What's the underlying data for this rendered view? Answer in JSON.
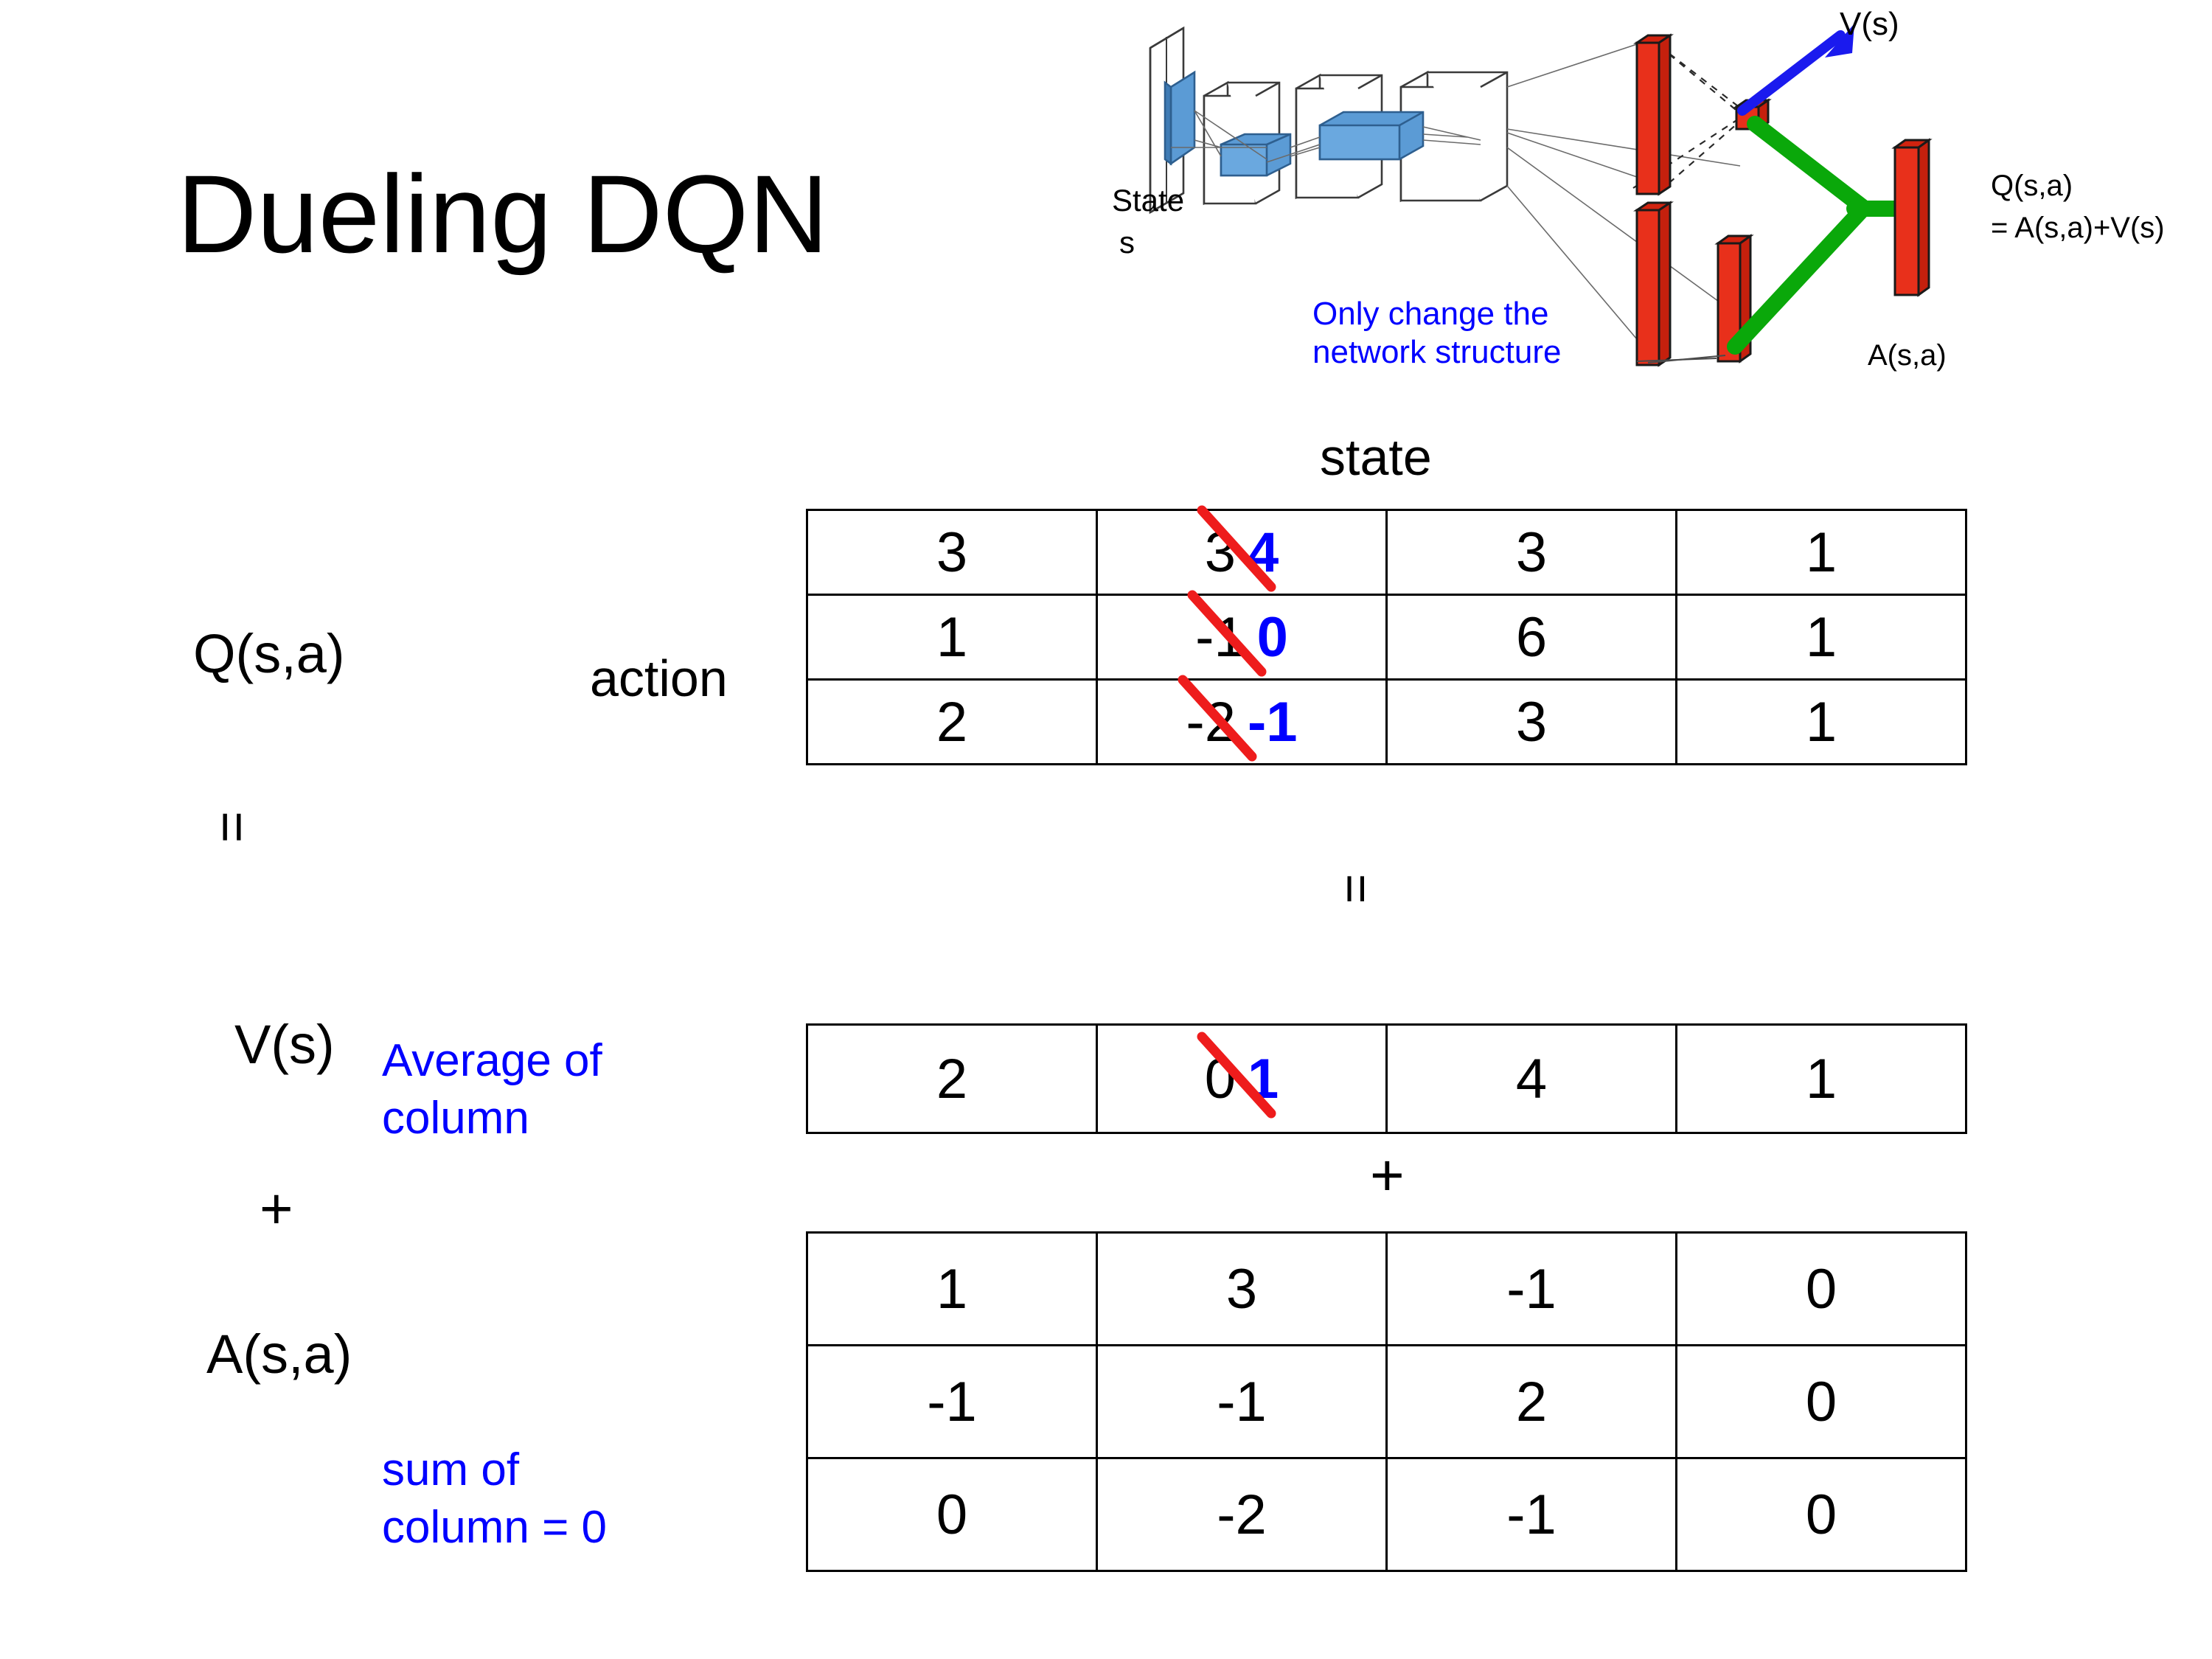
{
  "title": "Dueling DQN",
  "colors": {
    "accent_blue": "#0000ff",
    "strike_red": "#ee1c1c",
    "bar_red": "#e8301b",
    "link_green": "#0aa80a",
    "block_blue": "#5b9bd5"
  },
  "diagram": {
    "state_label": "State",
    "state_sub": "s",
    "v_label": "V(s)",
    "q_label": "Q(s,a)",
    "q_eq_label": "= A(s,a)+V(s)",
    "a_label": "A(s,a)",
    "note": "Only change the\nnetwork structure"
  },
  "labels": {
    "q": "Q(s,a)",
    "v": "V(s)",
    "a": "A(s,a)",
    "equals": "=",
    "plus": "+",
    "action_axis": "action",
    "state_axis": "state",
    "note_average": "Average of\ncolumn",
    "note_sum": "sum of\ncolumn = 0"
  },
  "chart_data": {
    "type": "table",
    "title": "Dueling DQN value decomposition: Q(s,a) = V(s) + A(s,a)",
    "xlabel": "state",
    "ylabel": "action",
    "tables": [
      {
        "name": "Q(s,a)",
        "rows": 3,
        "cols": 4,
        "values": [
          [
            "3",
            "3",
            "3",
            "1"
          ],
          [
            "1",
            "-1",
            "6",
            "1"
          ],
          [
            "2",
            "-2",
            "3",
            "1"
          ]
        ],
        "edits": [
          {
            "row": 0,
            "col": 1,
            "old": "3",
            "new": "4"
          },
          {
            "row": 1,
            "col": 1,
            "old": "-1",
            "new": "0"
          },
          {
            "row": 2,
            "col": 1,
            "old": "-2",
            "new": "-1"
          }
        ]
      },
      {
        "name": "V(s)",
        "rows": 1,
        "cols": 4,
        "values": [
          [
            "2",
            "0",
            "4",
            "1"
          ]
        ],
        "edits": [
          {
            "row": 0,
            "col": 1,
            "old": "0",
            "new": "1"
          }
        ]
      },
      {
        "name": "A(s,a)",
        "rows": 3,
        "cols": 4,
        "values": [
          [
            "1",
            "3",
            "-1",
            "0"
          ],
          [
            "-1",
            "-1",
            "2",
            "0"
          ],
          [
            "0",
            "-2",
            "-1",
            "0"
          ]
        ],
        "edits": []
      }
    ]
  }
}
